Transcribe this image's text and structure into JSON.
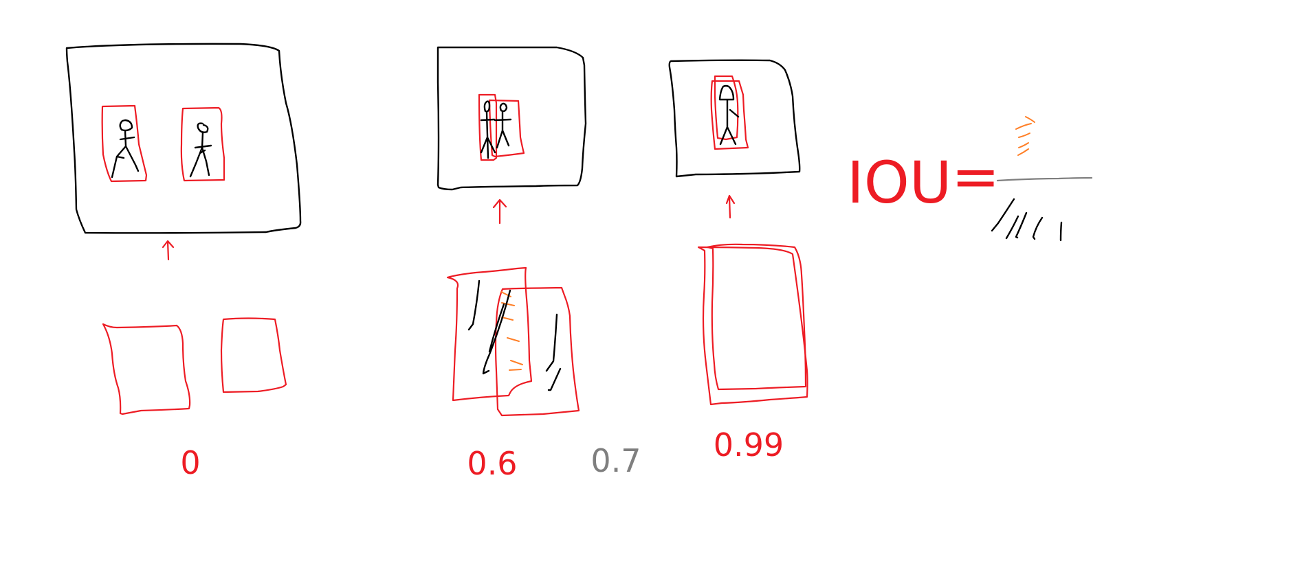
{
  "colors": {
    "black": "#000000",
    "red": "#ed1c24",
    "orange": "#ff7f27",
    "gray": "#7f7f7f",
    "background": "#ffffff"
  },
  "examples": [
    {
      "score": "0",
      "color": "red"
    },
    {
      "score": "0.6",
      "color": "red"
    },
    {
      "score": "0.7",
      "color": "gray"
    },
    {
      "score": "0.99",
      "color": "red"
    }
  ],
  "formula": {
    "lhs": "IOU",
    "equals": "="
  }
}
